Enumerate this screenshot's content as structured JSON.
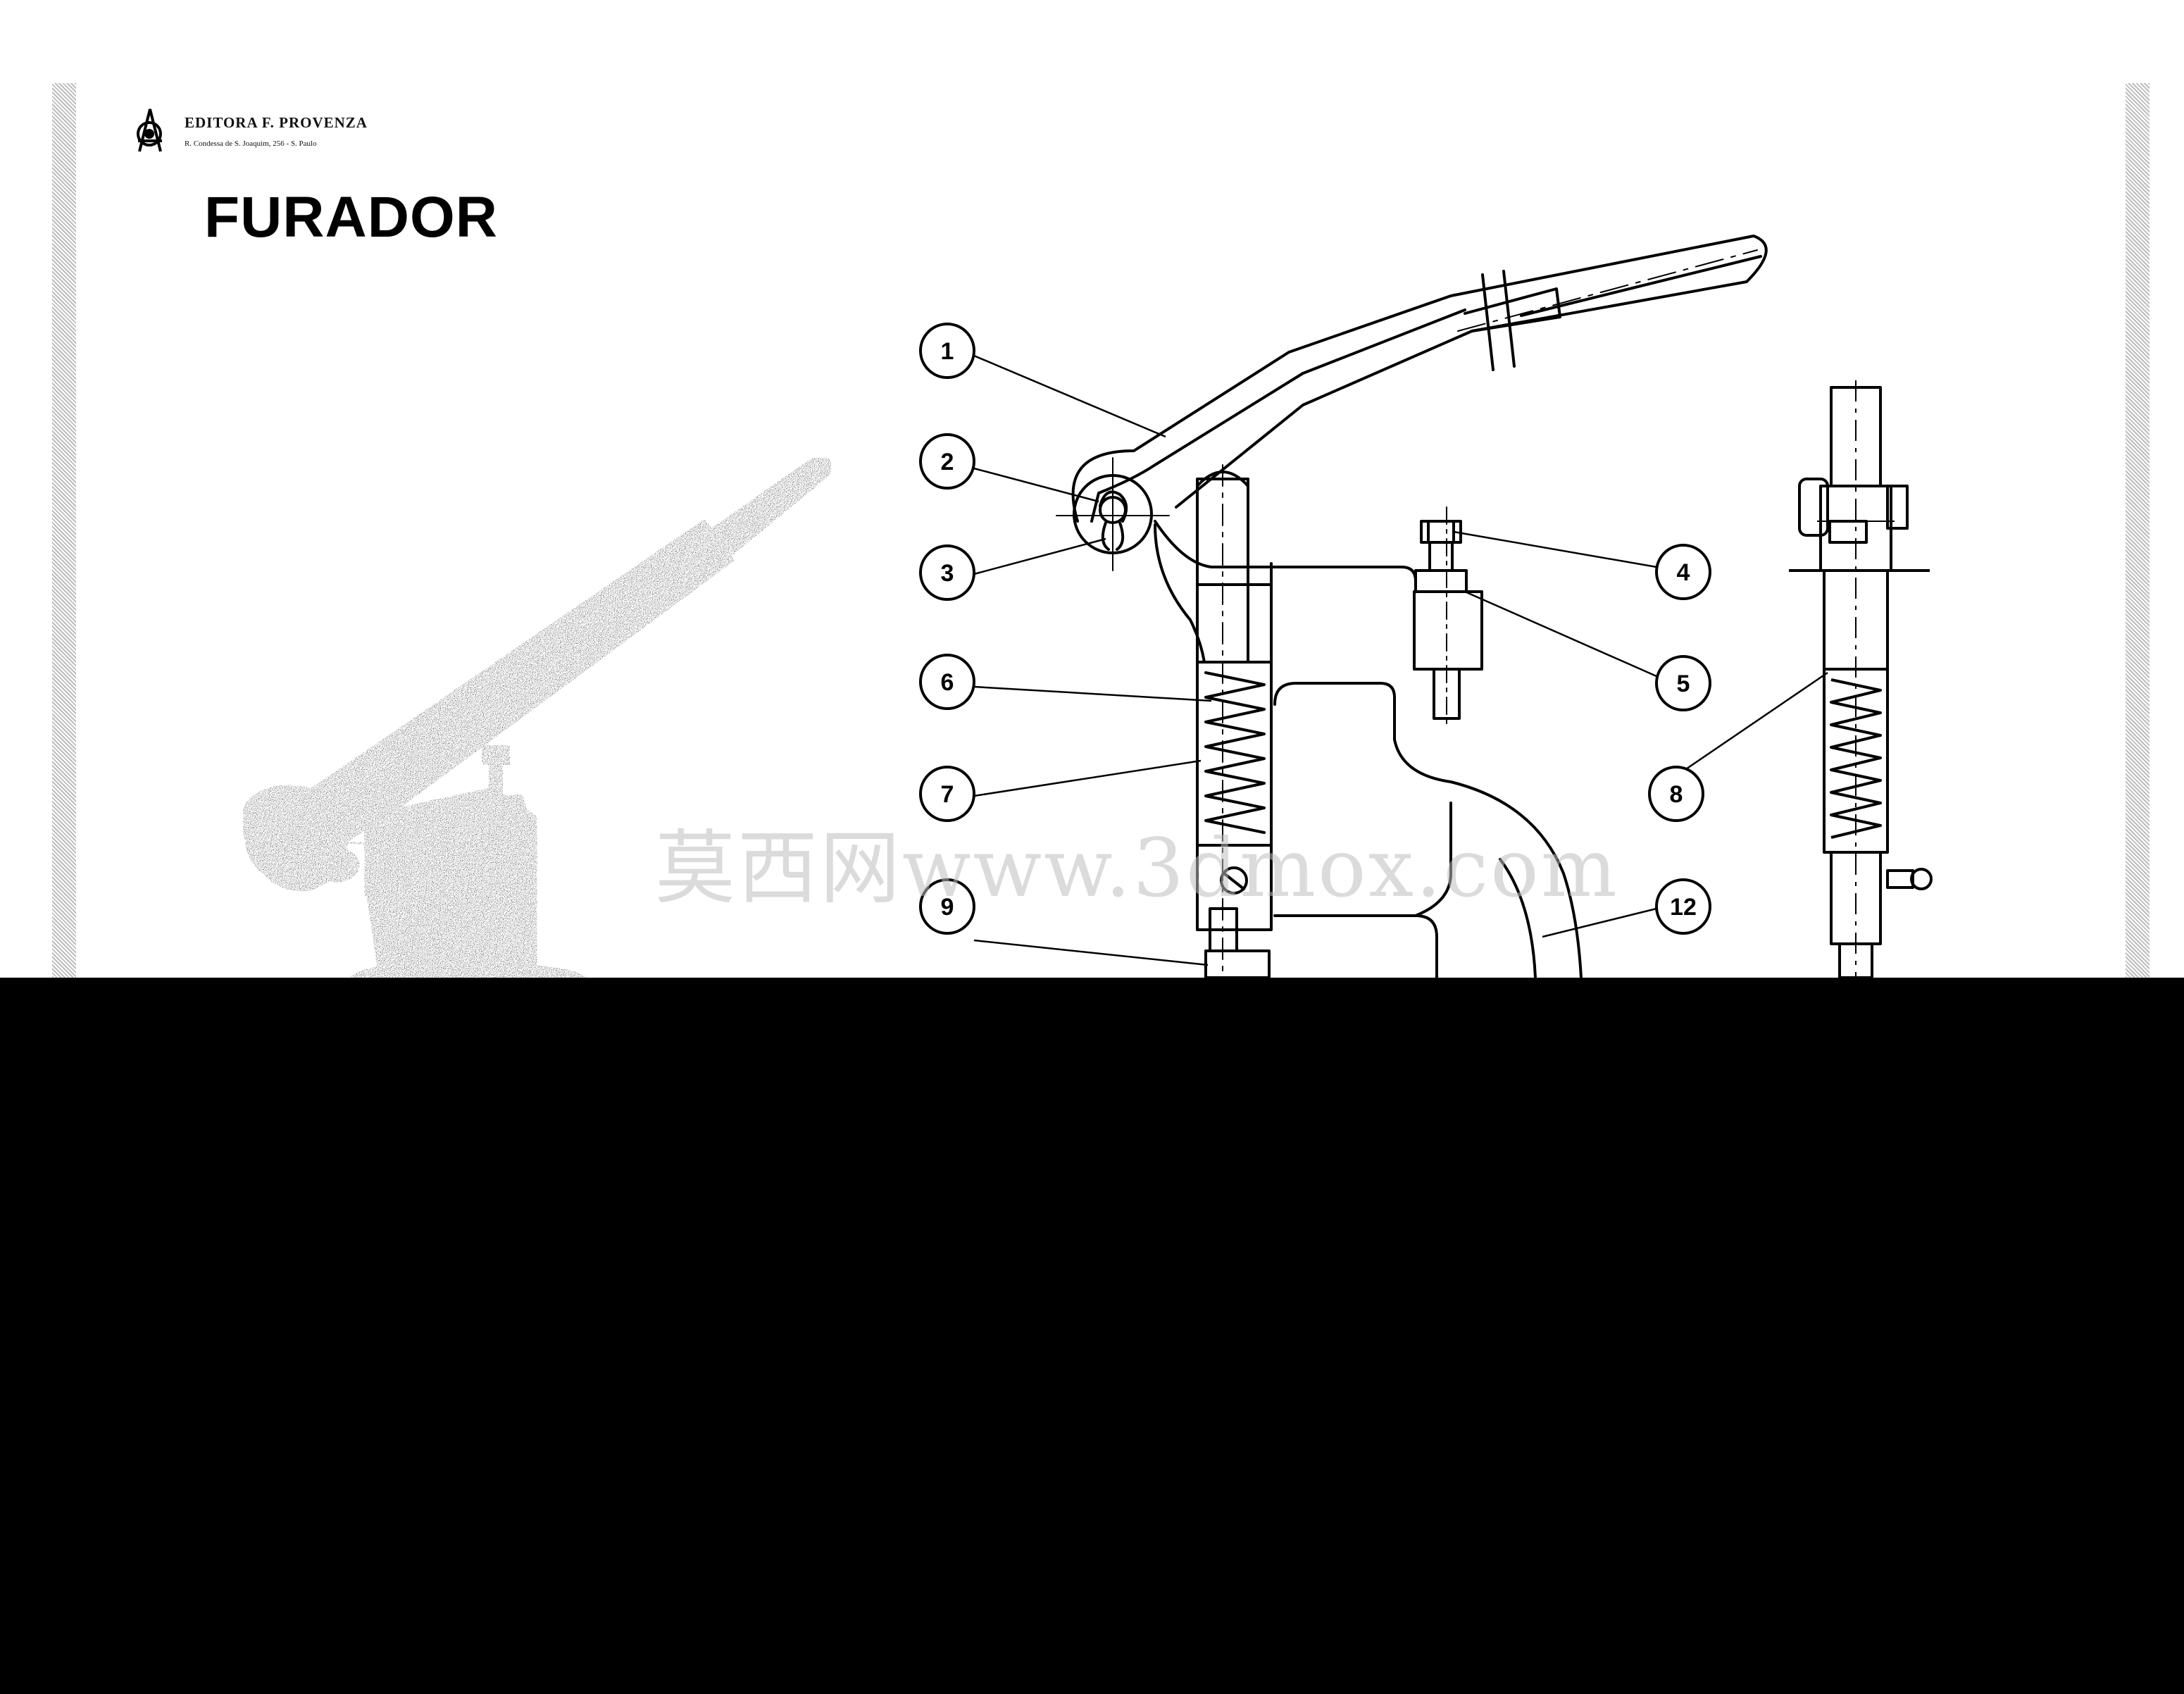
{
  "header": {
    "publisher": "EDITORA  F. PROVENZA",
    "address": "R. Condessa de S. Joaquim, 256 - S. Paulo"
  },
  "title": "FURADOR",
  "callouts": [
    "1",
    "2",
    "3",
    "4",
    "5",
    "6",
    "7",
    "8",
    "9",
    "12"
  ],
  "watermark": "莫西网www.3dmox.com",
  "colors": {
    "ink": "#000000",
    "paper": "#ffffff",
    "stipple": "#444444",
    "masked_area": "#000000"
  },
  "icons": {
    "logo": "publisher-logo-icon"
  }
}
